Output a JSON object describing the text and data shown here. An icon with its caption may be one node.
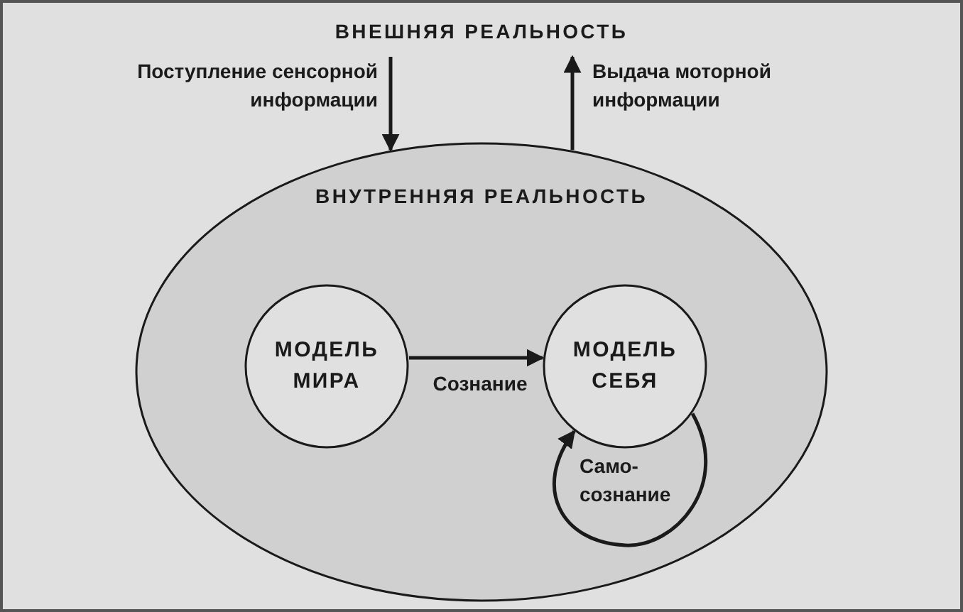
{
  "diagram": {
    "title": "ВНЕШНЯЯ РЕАЛЬНОСТЬ",
    "nodes": [
      {
        "text": [
          "ВНУТРЕННЯЯ РЕАЛЬНОСТЬ"
        ]
      },
      {
        "text": [
          "МОДЕЛЬ МИРА"
        ],
        "in": 0
      },
      {
        "text": [
          "МОДЕЛЬ СЕБЯ"
        ],
        "in": 0
      }
    ],
    "edges": [
      {
        "from": null,
        "to": 0,
        "arrow": "to",
        "label": "Поступление сенсорной информации"
      },
      {
        "from": 0,
        "to": null,
        "arrow": "to",
        "label": "Выдача моторной информации"
      },
      {
        "from": 1,
        "to": 2,
        "arrow": "to",
        "label": "Сознание"
      },
      {
        "from": 2,
        "to": 2,
        "arrow": "to",
        "label": "Само- сознание"
      }
    ]
  }
}
